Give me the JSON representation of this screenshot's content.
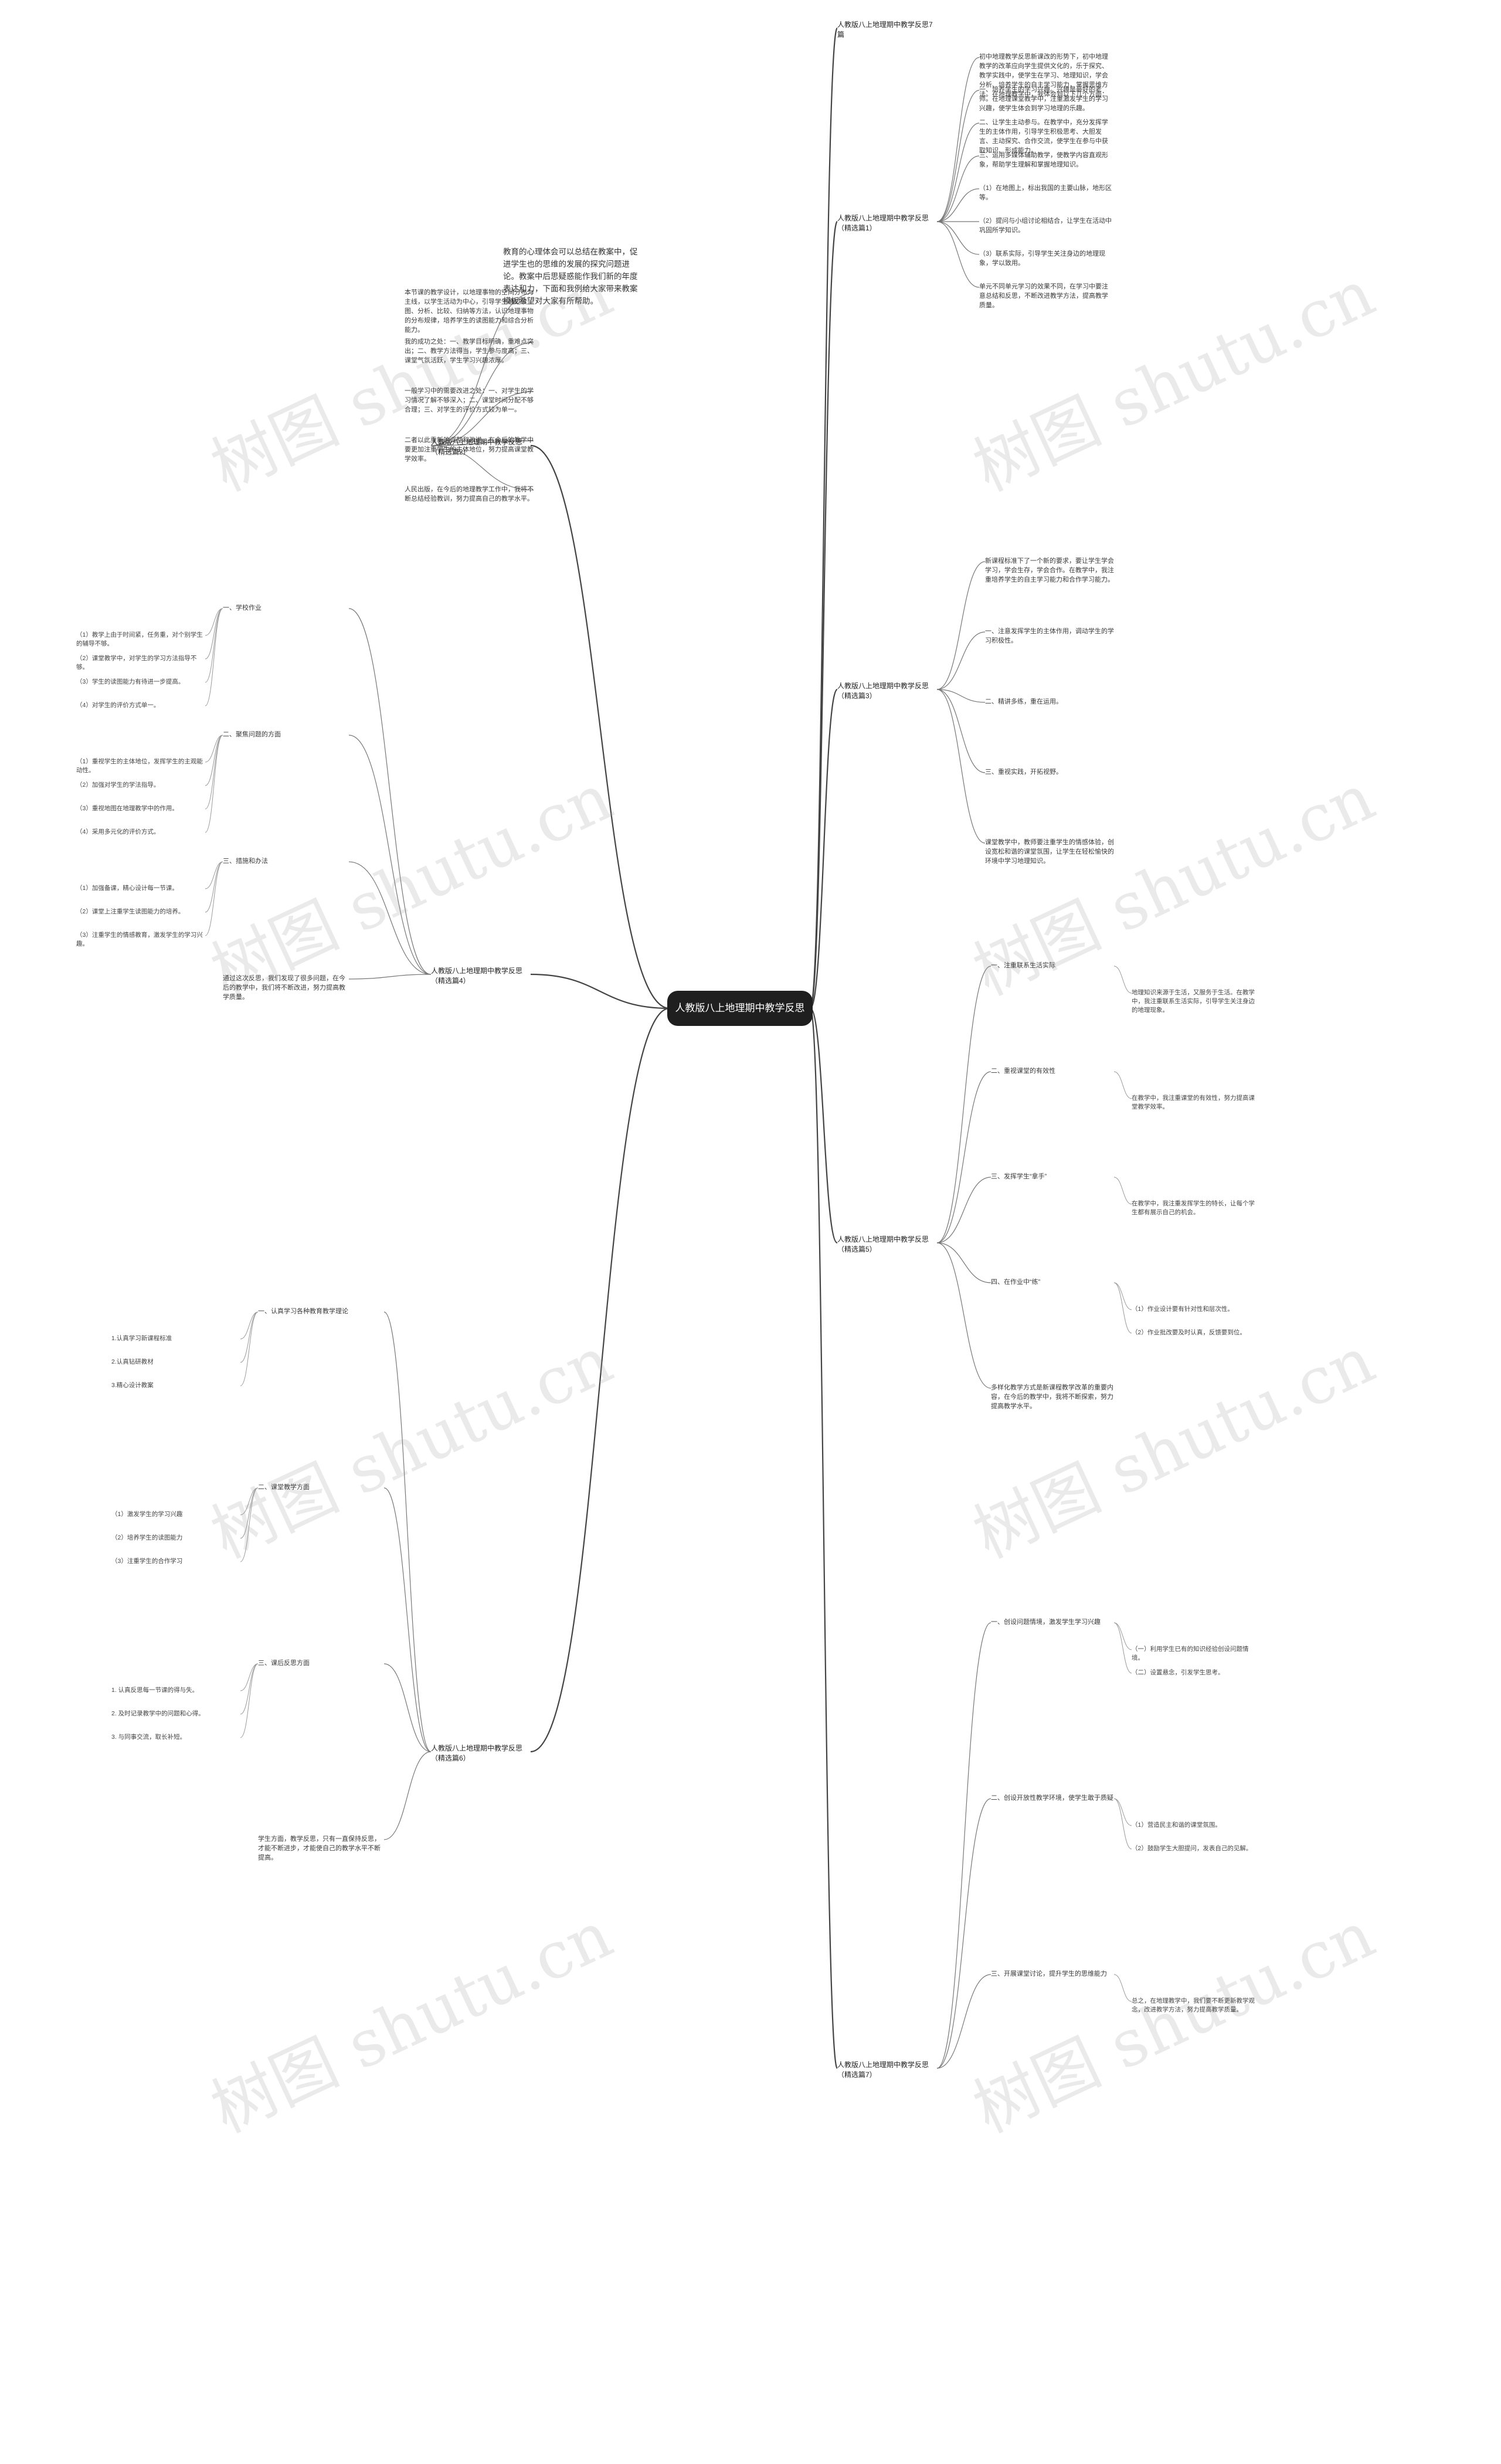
{
  "root": "人教版八上地理期中教学反思",
  "intro": "教育的心理体会可以总结在教案中，促进学生也的思维的发展的探究问题进论。教案中后思疑惑能作我们新的年度表达和力，下面和我例给大家带来教案模板希望对大家有所帮助。",
  "watermark": "树图 shutu.cn",
  "branches": [
    {
      "title": "人教版八上地理期中教学反思7篇",
      "children": []
    },
    {
      "title": "人教版八上地理期中教学反思（精选篇1）",
      "children": [
        {
          "text": "初中地理教学反思新课改的形势下，初中地理教学的改革应向学生提供文化的，乐于探究、教学实践中，使学生在学习、地理知识，学会分析、培养学生的自主学习能力，掌握思维方法。在地理教学中，我体会到以下几个方面："
        },
        {
          "text": "一、培养学生的学习兴趣。兴趣是最好的老师。在地理课堂教学中，注重激发学生的学习兴趣，使学生体会到学习地理的乐趣。"
        },
        {
          "text": "二、让学生主动参与。在教学中，充分发挥学生的主体作用，引导学生积极思考、大胆发言、主动探究、合作交流，使学生在参与中获取知识、形成能力。"
        },
        {
          "text": "三、运用多媒体辅助教学，使教学内容直观形象，帮助学生理解和掌握地理知识。"
        },
        {
          "text": "（1）在地图上，标出我国的主要山脉，地形区等。"
        },
        {
          "text": "（2）提问与小组讨论相结合，让学生在活动中巩固所学知识。"
        },
        {
          "text": "（3）联系实际，引导学生关注身边的地理现象，学以致用。"
        },
        {
          "text": "单元不同单元学习的效果不同，在学习中要注意总结和反思，不断改进教学方法，提高教学质量。"
        }
      ]
    },
    {
      "title": "人教版八上地理期中教学反思（精选篇2）",
      "children": [
        {
          "text": "本节课的教学设计，以地理事物的空间分布为主线，以学生活动为中心，引导学生通过读图、分析、比较、归纳等方法，认识地理事物的分布规律，培养学生的读图能力和综合分析能力。"
        },
        {
          "text": "我的成功之处：一、教学目标明确，重难点突出；二、教学方法得当，学生参与度高；三、课堂气氛活跃，学生学习兴趣浓厚。"
        },
        {
          "text": "一般学习中的需要改进之处：一、对学生的学习情况了解不够深入；二、课堂时间分配不够合理；三、对学生的评价方式较为单一。"
        },
        {
          "text": "二者以此重新的调整和改进，在今后的教学中要更加注重学生的主体地位，努力提高课堂教学效率。"
        },
        {
          "text": "人民出版，在今后的地理教学工作中，我将不断总结经验教训，努力提高自己的教学水平。"
        }
      ]
    },
    {
      "title": "人教版八上地理期中教学反思（精选篇3）",
      "children": [
        {
          "text": "新课程标准下了一个新的要求，要让学生学会学习，学会生存，学会合作。在教学中，我注重培养学生的自主学习能力和合作学习能力。"
        },
        {
          "text": "一、注意发挥学生的主体作用，调动学生的学习积极性。"
        },
        {
          "text": "二、精讲多练，重在运用。"
        },
        {
          "text": "三、重视实践，开拓视野。"
        },
        {
          "text": "课堂教学中，教师要注重学生的情感体验，创设宽松和谐的课堂氛围，让学生在轻松愉快的环境中学习地理知识。"
        }
      ]
    },
    {
      "title": "人教版八上地理期中教学反思（精选篇4）",
      "children": [
        {
          "text": "一、学校作业",
          "children": [
            {
              "text": "（1）教学上由于时间紧，任务重，对个别学生的辅导不够。"
            },
            {
              "text": "（2）课堂教学中，对学生的学习方法指导不够。"
            },
            {
              "text": "（3）学生的读图能力有待进一步提高。"
            },
            {
              "text": "（4）对学生的评价方式单一。"
            }
          ]
        },
        {
          "text": "二、聚焦问题的方面",
          "children": [
            {
              "text": "（1）重视学生的主体地位，发挥学生的主观能动性。"
            },
            {
              "text": "（2）加强对学生的学法指导。"
            },
            {
              "text": "（3）重视地图在地理教学中的作用。"
            },
            {
              "text": "（4）采用多元化的评价方式。"
            }
          ]
        },
        {
          "text": "三、措施和办法",
          "children": [
            {
              "text": "（1）加强备课，精心设计每一节课。"
            },
            {
              "text": "（2）课堂上注重学生读图能力的培养。"
            },
            {
              "text": "（3）注重学生的情感教育，激发学生的学习兴趣。"
            }
          ]
        },
        {
          "text": "通过这次反思，我们发现了很多问题，在今后的教学中，我们将不断改进，努力提高教学质量。"
        }
      ]
    },
    {
      "title": "人教版八上地理期中教学反思（精选篇5）",
      "children": [
        {
          "text": "一、注重联系生活实际",
          "children": [
            {
              "text": "地理知识来源于生活，又服务于生活。在教学中，我注重联系生活实际，引导学生关注身边的地理现象。"
            }
          ]
        },
        {
          "text": "二、重视课堂的有效性",
          "children": [
            {
              "text": "在教学中，我注重课堂的有效性，努力提高课堂教学效率。"
            }
          ]
        },
        {
          "text": "三、发挥学生“拿手”",
          "children": [
            {
              "text": "在教学中，我注重发挥学生的特长，让每个学生都有展示自己的机会。"
            }
          ]
        },
        {
          "text": "四、在作业中“练”",
          "children": [
            {
              "text": "（1）作业设计要有针对性和层次性。"
            },
            {
              "text": "（2）作业批改要及时认真，反馈要到位。"
            }
          ]
        },
        {
          "text": "多样化教学方式是新课程教学改革的重要内容，在今后的教学中，我将不断探索，努力提高教学水平。"
        }
      ]
    },
    {
      "title": "人教版八上地理期中教学反思（精选篇6）",
      "children": [
        {
          "text": "一、认真学习各种教育教学理论",
          "children": [
            {
              "text": "1.认真学习新课程标准"
            },
            {
              "text": "2.认真钻研教材"
            },
            {
              "text": "3.精心设计教案"
            }
          ]
        },
        {
          "text": "二、课堂教学方面",
          "children": [
            {
              "text": "（1）激发学生的学习兴趣"
            },
            {
              "text": "（2）培养学生的读图能力"
            },
            {
              "text": "（3）注重学生的合作学习"
            }
          ]
        },
        {
          "text": "三、课后反思方面",
          "children": [
            {
              "text": "1. 认真反思每一节课的得与失。"
            },
            {
              "text": "2. 及时记录教学中的问题和心得。"
            },
            {
              "text": "3. 与同事交流，取长补短。"
            }
          ]
        },
        {
          "text": "学生方面，教学反思，只有一直保持反思，才能不断进步，才能使自己的教学水平不断提高。"
        }
      ]
    },
    {
      "title": "人教版八上地理期中教学反思（精选篇7）",
      "children": [
        {
          "text": "一、创设问题情境，激发学生学习兴趣",
          "children": [
            {
              "text": "（一）利用学生已有的知识经验创设问题情境。"
            },
            {
              "text": "（二）设置悬念，引发学生思考。"
            }
          ]
        },
        {
          "text": "二、创设开放性教学环境，使学生敢于质疑",
          "children": [
            {
              "text": "（1）营造民主和谐的课堂氛围。"
            },
            {
              "text": "（2）鼓励学生大胆提问，发表自己的见解。"
            }
          ]
        },
        {
          "text": "三、开展课堂讨论，提升学生的思维能力",
          "children": [
            {
              "text": "总之，在地理教学中，我们要不断更新教学观念，改进教学方法，努力提高教学质量。"
            }
          ]
        }
      ]
    }
  ]
}
